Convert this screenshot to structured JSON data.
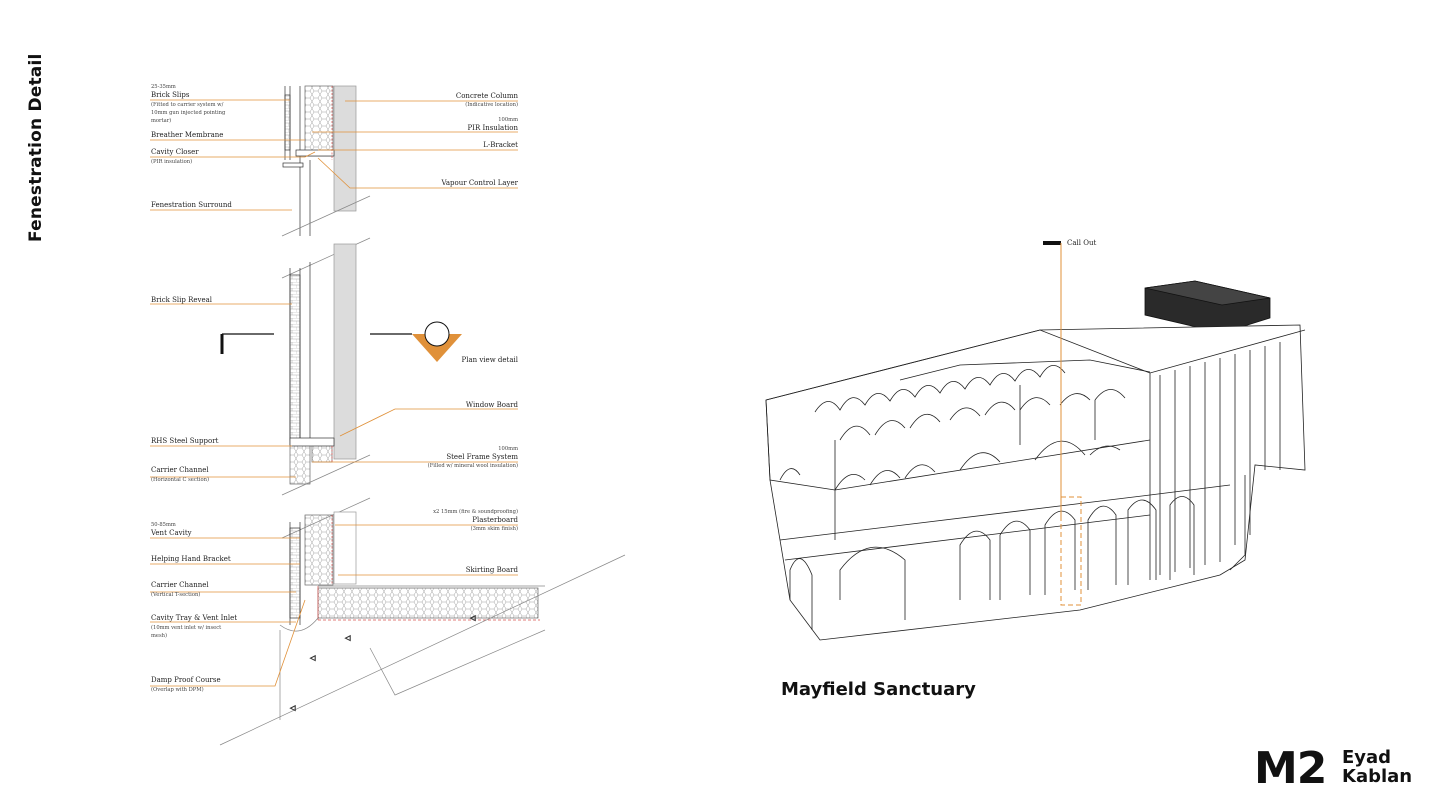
{
  "title": "Fenestration Detail",
  "project_title": "Mayfield Sanctuary",
  "brand": {
    "code": "M2",
    "first": "Eyad",
    "last": "Kablan"
  },
  "callout_label": "Call Out",
  "plan_view_label": "Plan view detail",
  "left_labels": [
    {
      "id": "brick-slips",
      "dim": "25-35mm",
      "main": "Brick Slips",
      "sub": "(Fitted to carrier system w/ 10mm gun injected pointing mortar)"
    },
    {
      "id": "breather-membrane",
      "main": "Breather Membrane"
    },
    {
      "id": "cavity-closer",
      "main": "Cavity Closer",
      "sub": "(PIR insulation)"
    },
    {
      "id": "fenestration-surround",
      "main": "Fenestration Surround"
    },
    {
      "id": "brick-slip-reveal",
      "main": "Brick Slip Reveal"
    },
    {
      "id": "rhs-steel-support",
      "main": "RHS Steel Support"
    },
    {
      "id": "carrier-channel-h",
      "main": "Carrier Channel",
      "sub": "(Horizontal C section)"
    },
    {
      "id": "vent-cavity",
      "dim": "50-85mm",
      "main": "Vent Cavity"
    },
    {
      "id": "helping-hand-bracket",
      "main": "Helping Hand Bracket"
    },
    {
      "id": "carrier-channel-v",
      "main": "Carrier Channel",
      "sub": "(Vertical T-section)"
    },
    {
      "id": "cavity-tray",
      "main": "Cavity Tray & Vent Inlet",
      "sub": "(10mm vent inlet w/ insect mesh)"
    },
    {
      "id": "damp-proof-course",
      "main": "Damp Proof Course",
      "sub": "(Overlap with DPM)"
    }
  ],
  "right_labels": [
    {
      "id": "concrete-column",
      "main": "Concrete Column",
      "sub": "(Indicative location)"
    },
    {
      "id": "pir-insulation",
      "dim": "100mm",
      "main": "PIR Insulation"
    },
    {
      "id": "l-bracket",
      "main": "L-Bracket"
    },
    {
      "id": "vapour-control-layer",
      "main": "Vapour Control Layer"
    },
    {
      "id": "window-board",
      "main": "Window Board"
    },
    {
      "id": "steel-frame-system",
      "dim": "100mm",
      "main": "Steel Frame System",
      "sub": "(Filled w/ mineral wool insulation)"
    },
    {
      "id": "plasterboard",
      "dim": "x2 15mm (fire & soundproofing)",
      "main": "Plasterboard",
      "sub": "(3mm skim finish)"
    },
    {
      "id": "skirting-board",
      "main": "Skirting Board"
    }
  ],
  "colors": {
    "accent": "#e0913a",
    "ink": "#222222",
    "wall_fill": "#dcdcdc",
    "insulation": "#d9534f"
  }
}
